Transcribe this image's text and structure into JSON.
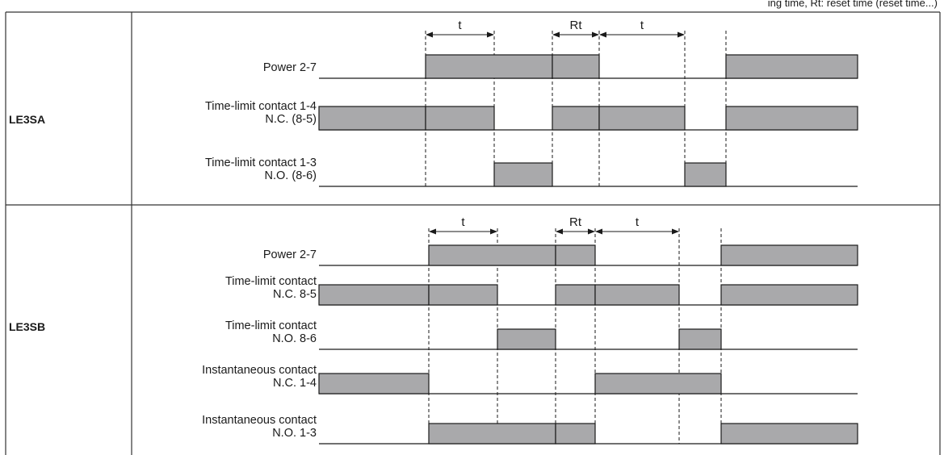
{
  "caption": "ing time, Rt: reset time (reset time...)",
  "colors": {
    "pulse_fill": "#a9a9ab",
    "line": "#1a1a1a",
    "border": "#333333"
  },
  "rows": [
    {
      "model": "LE3SA",
      "markers": [
        {
          "text": "t",
          "from": 1,
          "to": 2
        },
        {
          "text": "Rt",
          "from": 3,
          "to": 4
        },
        {
          "text": "t",
          "from": 4,
          "to": 5
        }
      ],
      "signals": [
        {
          "name": "Power",
          "pin": "2-7",
          "levels": [
            0,
            1,
            1,
            0,
            1,
            0
          ]
        },
        {
          "name": "Time-limit contact",
          "sub": "N.C.",
          "pin": "1-4",
          "pin_sub": "(8-5)",
          "levels": [
            1,
            1,
            0,
            1,
            1,
            0,
            1
          ]
        },
        {
          "name": "Time-limit contact",
          "sub": "N.O.",
          "pin": "1-3",
          "pin_sub": "(8-6)",
          "levels": [
            0,
            0,
            1,
            0,
            0,
            1,
            0
          ]
        }
      ]
    },
    {
      "model": "LE3SB",
      "markers": [
        {
          "text": "t",
          "from": 1,
          "to": 2
        },
        {
          "text": "Rt",
          "from": 3,
          "to": 4
        },
        {
          "text": "t",
          "from": 4,
          "to": 5
        }
      ],
      "signals": [
        {
          "name": "Power",
          "pin": "2-7",
          "levels": [
            0,
            1,
            1,
            0,
            1,
            0
          ]
        },
        {
          "name": "Time-limit contact",
          "sub": "N.C.",
          "pin": "8-5",
          "levels": [
            1,
            1,
            0,
            1,
            1,
            0,
            1
          ]
        },
        {
          "name": "Time-limit contact",
          "sub": "N.O.",
          "pin": "8-6",
          "levels": [
            0,
            0,
            1,
            0,
            0,
            1,
            0
          ]
        },
        {
          "name": "Instantaneous contact",
          "sub": "N.C.",
          "pin": "1-4",
          "levels": [
            1,
            0,
            0,
            1,
            0,
            1
          ]
        },
        {
          "name": "Instantaneous contact",
          "sub": "N.O.",
          "pin": "1-3",
          "levels": [
            0,
            1,
            1,
            0,
            1,
            0
          ]
        }
      ]
    }
  ]
}
